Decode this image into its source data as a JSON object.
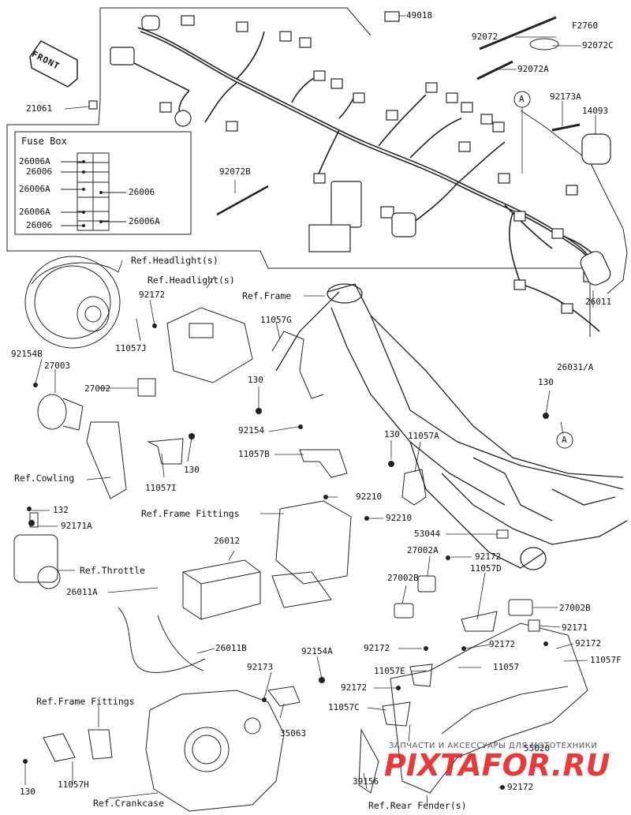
{
  "diagram": {
    "front_marker": "FRONT",
    "ref_note": "F2760",
    "fuse_box": {
      "title": "Fuse Box",
      "left_labels": [
        "26006A",
        "26006",
        "26006A",
        "26006A",
        "26006"
      ],
      "right_labels": [
        "26006",
        "26006A"
      ]
    },
    "part_labels": {
      "p49018": "49018",
      "p92072": "92072",
      "p92072C": "92072C",
      "p92072A": "92072A",
      "p21061": "21061",
      "p92173A": "92173A",
      "p14093": "14093",
      "callout_a1": "A",
      "callout_a2": "A",
      "p92072B": "92072B",
      "p26011": "26011",
      "p26031A": "26031/A",
      "p92172_a": "92172",
      "p11057J": "11057J",
      "p92154B": "92154B",
      "p27003": "27003",
      "p27002": "27002",
      "p11057G": "11057G",
      "p130_a": "130",
      "p130_b": "130",
      "p92154": "92154",
      "p11057B": "11057B",
      "p130_c": "130",
      "p11057A": "11057A",
      "p11057I": "11057I",
      "p130_d": "130",
      "p92210_a": "92210",
      "p92210_b": "92210",
      "p132": "132",
      "p92171A": "92171A",
      "p53044": "53044",
      "p26012": "26012",
      "p27002A": "27002A",
      "p92172_b": "92172",
      "p26011A": "26011A",
      "p27002B_l": "27002B",
      "p11057D": "11057D",
      "p27002B_r": "27002B",
      "p92171": "92171",
      "p92172_c": "92172",
      "p11057F": "11057F",
      "p92172_d": "92172",
      "p92172_e": "92172",
      "p26011B": "26011B",
      "p92154A": "92154A",
      "p11057E": "11057E",
      "p11057": "11057",
      "p92173": "92173",
      "p92172_f": "92172",
      "p11057C": "11057C",
      "p35063": "35063",
      "p55020": "55020",
      "p39156": "39156",
      "p11057H": "11057H",
      "p130_e": "130",
      "p92172_g": "92172"
    },
    "references": {
      "headlight_1": "Ref.Headlight(s)",
      "headlight_2": "Ref.Headlight(s)",
      "frame": "Ref.Frame",
      "cowling": "Ref.Cowling",
      "frame_fittings_1": "Ref.Frame Fittings",
      "throttle": "Ref.Throttle",
      "frame_fittings_2": "Ref.Frame Fittings",
      "crankcase": "Ref.Crankcase",
      "rear_fender": "Ref.Rear Fender(s)"
    },
    "watermark": {
      "small": "ЗАПЧАСТИ И АКСЕССУАРЫ ДЛЯ МОТОТЕХНИКИ",
      "big": "PIXTAFOR.RU"
    }
  }
}
